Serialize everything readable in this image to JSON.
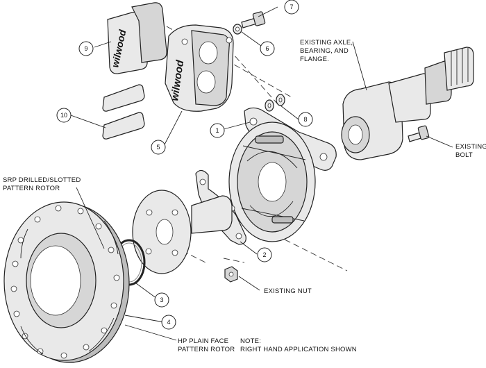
{
  "labels": {
    "existing_axle": [
      "EXISTING AXLE,",
      "BEARING, AND",
      "FLANGE."
    ],
    "existing_bolt": [
      "EXISTING",
      "BOLT"
    ],
    "srp_rotor": [
      "SRP DRILLED/SLOTTED",
      "PATTERN ROTOR"
    ],
    "existing_nut": "EXISTING NUT",
    "hp_rotor": [
      "HP PLAIN FACE",
      "PATTERN ROTOR"
    ],
    "note": [
      "NOTE:",
      "RIGHT HAND APPLICATION SHOWN"
    ]
  },
  "brand": {
    "caliper_logo": "wilwood",
    "pad_logo": "wilwood"
  },
  "callouts": [
    "1",
    "2",
    "3",
    "4",
    "5",
    "6",
    "7",
    "8",
    "9",
    "10"
  ]
}
